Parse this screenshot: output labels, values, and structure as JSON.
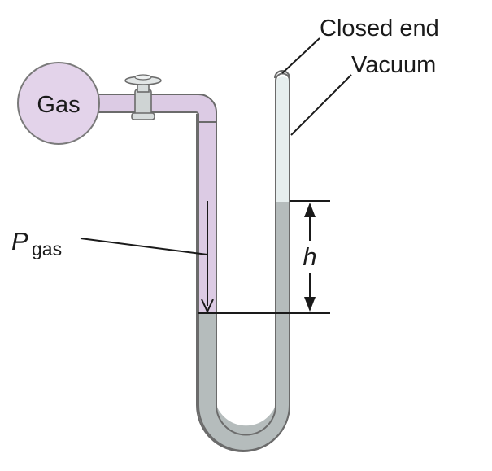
{
  "labels": {
    "gas": "Gas",
    "closed_end": "Closed end",
    "vacuum": "Vacuum",
    "p_symbol": "P",
    "p_subscript": "gas",
    "h": "h"
  },
  "colors": {
    "gas_fill": "#e3d3ea",
    "gas_tube": "#dccbe4",
    "mercury": "#b5bcbc",
    "vacuum_glass": "#e6eeee",
    "tube_outline": "#6b6b6b",
    "bulb_outline": "#7a7a7a",
    "line": "#1a1a1a"
  }
}
